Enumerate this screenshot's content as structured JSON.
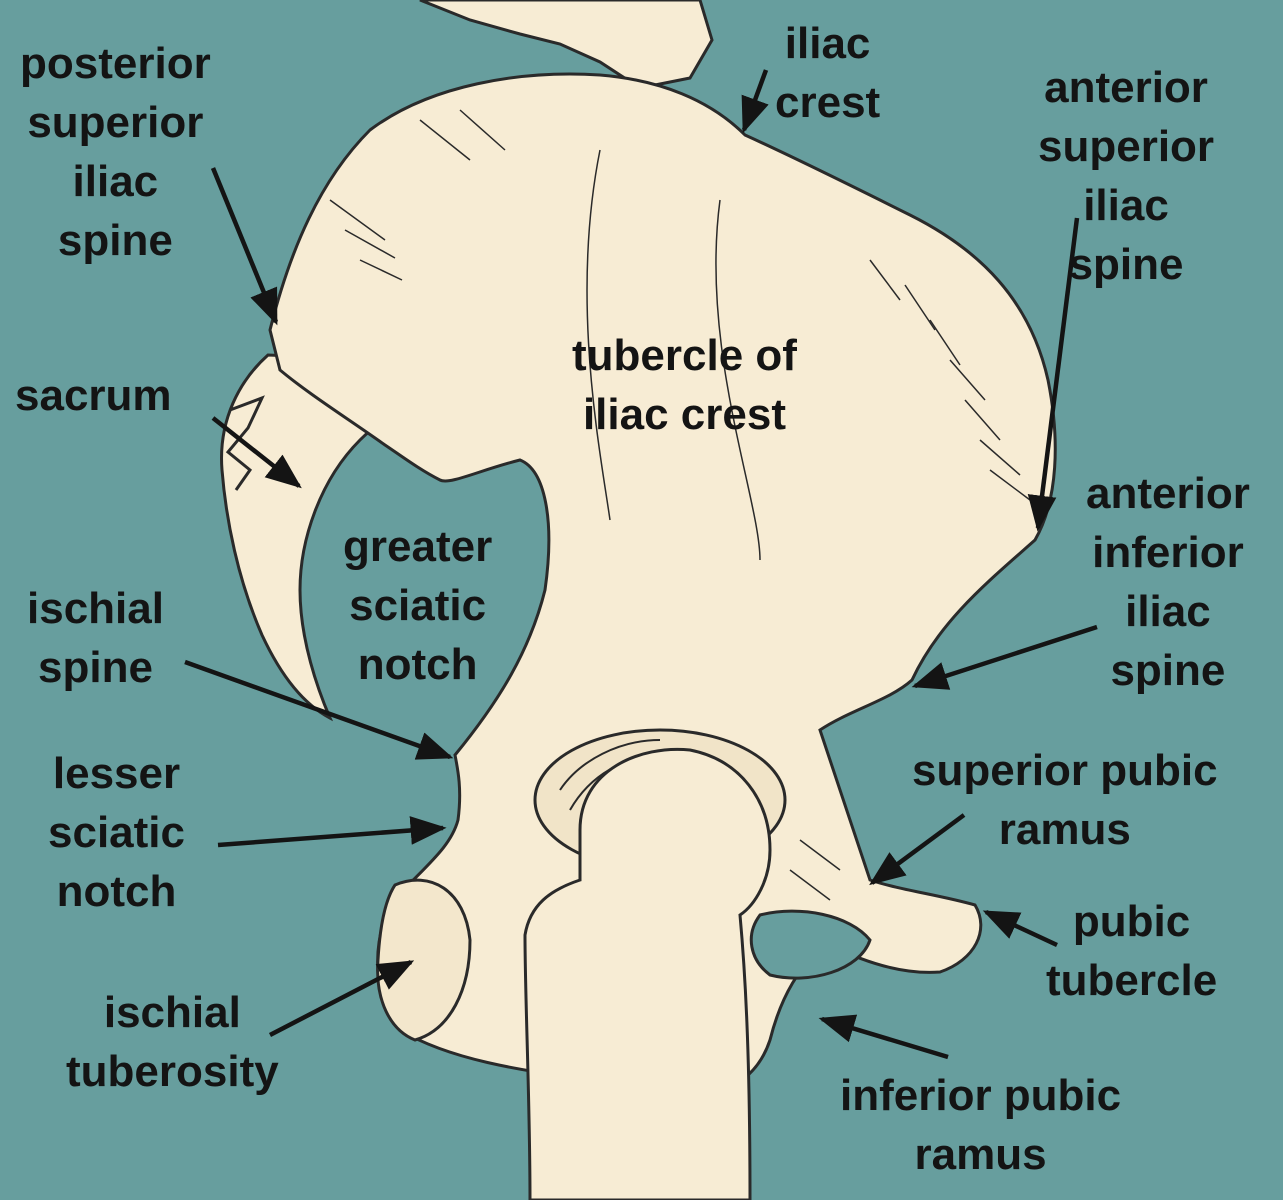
{
  "colors": {
    "background": "#679e9e",
    "bone": "#f7ecd4",
    "outline": "#2a2a2a",
    "text": "#141414"
  },
  "labels": {
    "iliac_crest": [
      "iliac",
      "crest"
    ],
    "posterior_superior_iliac_spine": [
      "posterior",
      "superior",
      "iliac",
      "spine"
    ],
    "anterior_superior_iliac_spine": [
      "anterior",
      "superior",
      "iliac",
      "spine"
    ],
    "sacrum": [
      "sacrum"
    ],
    "tubercle_of_iliac_crest": [
      "tubercle of",
      "iliac crest"
    ],
    "greater_sciatic_notch": [
      "greater",
      "sciatic",
      "notch"
    ],
    "anterior_inferior_iliac_spine": [
      "anterior",
      "inferior",
      "iliac",
      "spine"
    ],
    "ischial_spine": [
      "ischial",
      "spine"
    ],
    "lesser_sciatic_notch": [
      "lesser",
      "sciatic",
      "notch"
    ],
    "superior_pubic_ramus": [
      "superior pubic",
      "ramus"
    ],
    "pubic_tubercle": [
      "pubic",
      "tubercle"
    ],
    "ischial_tuberosity": [
      "ischial",
      "tuberosity"
    ],
    "inferior_pubic_ramus": [
      "inferior pubic",
      "ramus"
    ]
  }
}
